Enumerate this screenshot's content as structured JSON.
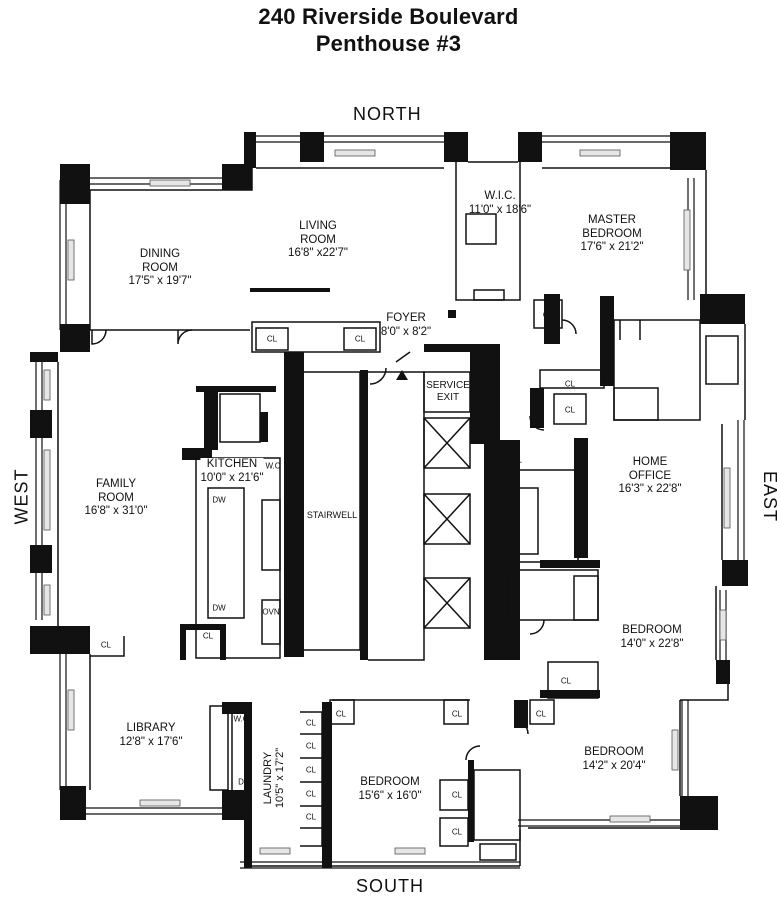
{
  "header": {
    "line1": "240 Riverside Boulevard",
    "line2": "Penthouse #3"
  },
  "compass": {
    "north": "NORTH",
    "south": "SOUTH",
    "east": "EAST",
    "west": "WEST"
  },
  "rooms": {
    "living": {
      "name": "LIVING",
      "name2": "ROOM",
      "dim": "16'8\" x22'7\""
    },
    "dining": {
      "name": "DINING",
      "name2": "ROOM",
      "dim": "17'5\" x 19'7\""
    },
    "wic": {
      "name": "W.I.C.",
      "dim": "11'0\" x 18'6\""
    },
    "master": {
      "name": "MASTER",
      "name2": "BEDROOM",
      "dim": "17'6\" x 21'2\""
    },
    "foyer": {
      "name": "FOYER",
      "dim": "8'0\" x 8'2\""
    },
    "service": {
      "name": "SERVICE",
      "name2": "EXIT"
    },
    "family": {
      "name": "FAMILY",
      "name2": "ROOM",
      "dim": "16'8\" x 31'0\""
    },
    "kitchen": {
      "name": "KITCHEN",
      "dim": "10'0\" x 21'6\""
    },
    "stairwell": {
      "name": "STAIRWELL"
    },
    "office": {
      "name": "HOME",
      "name2": "OFFICE",
      "dim": "16'3\" x 22'8\""
    },
    "bedroom_e": {
      "name": "BEDROOM",
      "dim": "14'0\" x 22'8\""
    },
    "library": {
      "name": "LIBRARY",
      "dim": "12'8\" x 17'6\""
    },
    "laundry": {
      "name": "LAUNDRY",
      "dim": "10'5\" x 17'2\""
    },
    "bedroom_s": {
      "name": "BEDROOM",
      "dim": "15'6\" x 16'0\""
    },
    "bedroom_se": {
      "name": "BEDROOM",
      "dim": "14'2\" x 20'4\""
    }
  },
  "tags": {
    "cl": "CL",
    "wc": "W.C",
    "dw": "DW",
    "ovn": "OVN",
    "d": "D",
    "w": "W"
  }
}
